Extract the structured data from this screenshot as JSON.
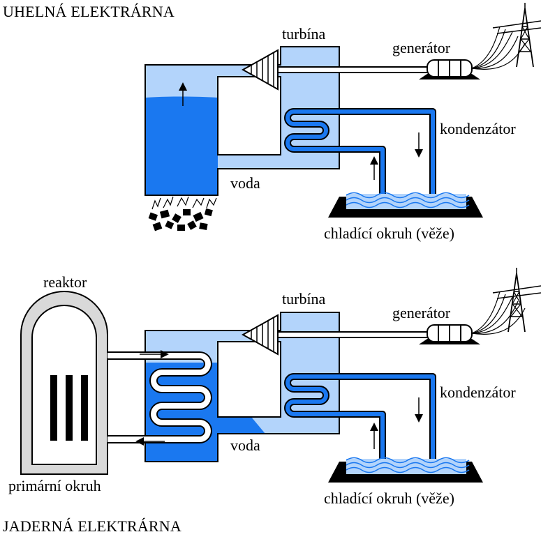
{
  "coal_plant": {
    "title": "UHELNÁ ELEKTRÁRNA",
    "turbine_label": "turbína",
    "generator_label": "generátor",
    "condenser_label": "kondenzátor",
    "water_label": "voda",
    "cooling_label": "chladící okruh (věže)"
  },
  "nuclear_plant": {
    "title": "JADERNÁ ELEKTRÁRNA",
    "reactor_label": "reaktor",
    "primary_loop_label": "primární okruh",
    "turbine_label": "turbína",
    "generator_label": "generátor",
    "condenser_label": "kondenzátor",
    "water_label": "voda",
    "cooling_label": "chladící okruh (věže)"
  },
  "colors": {
    "water": "#1a78f0",
    "steam": "#b3d4fb",
    "outline": "#000000",
    "reactor_wall": "#d9d9d9"
  }
}
